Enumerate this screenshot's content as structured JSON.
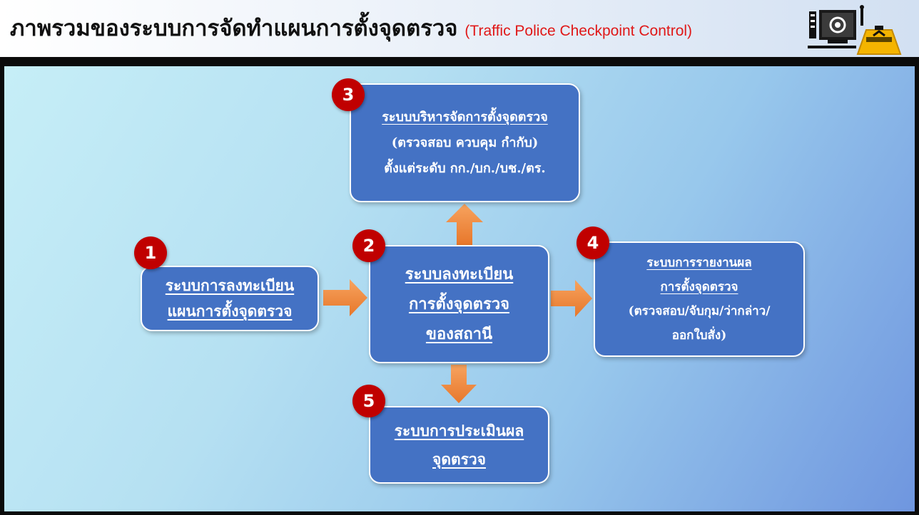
{
  "header": {
    "title_th": "ภาพรวมของระบบการจัดทำแผนการตั้งจุดตรวจ",
    "title_en": "(Traffic Police Checkpoint Control)"
  },
  "colors": {
    "box": "#4472c4",
    "badge": "#c00000",
    "arrow": "#f08a3c",
    "title_en": "#e01818"
  },
  "diagram": {
    "nodes": [
      {
        "badge": "1",
        "lines": [
          "ระบบการลงทะเบียน",
          "แผนการตั้งจุดตรวจ"
        ]
      },
      {
        "badge": "2",
        "lines": [
          "ระบบลงทะเบียน",
          "การตั้งจุดตรวจ",
          "ของสถานี"
        ]
      },
      {
        "badge": "3",
        "lines": [
          "ระบบบริหารจัดการตั้งจุดตรวจ",
          "(ตรวจสอบ ควบคุม กำกับ)",
          "ตั้งแต่ระดับ กก./บก./บช./ตร."
        ]
      },
      {
        "badge": "4",
        "lines": [
          "ระบบการรายงานผล",
          "การตั้งจุดตรวจ",
          "(ตรวจสอบ/จับกุม/ว่ากล่าว/",
          "ออกใบสั่ง)"
        ]
      },
      {
        "badge": "5",
        "lines": [
          "ระบบการประเมินผล",
          "จุดตรวจ"
        ]
      }
    ],
    "edges": [
      {
        "from": "1",
        "to": "2"
      },
      {
        "from": "2",
        "to": "3"
      },
      {
        "from": "2",
        "to": "4"
      },
      {
        "from": "2",
        "to": "5"
      }
    ]
  }
}
